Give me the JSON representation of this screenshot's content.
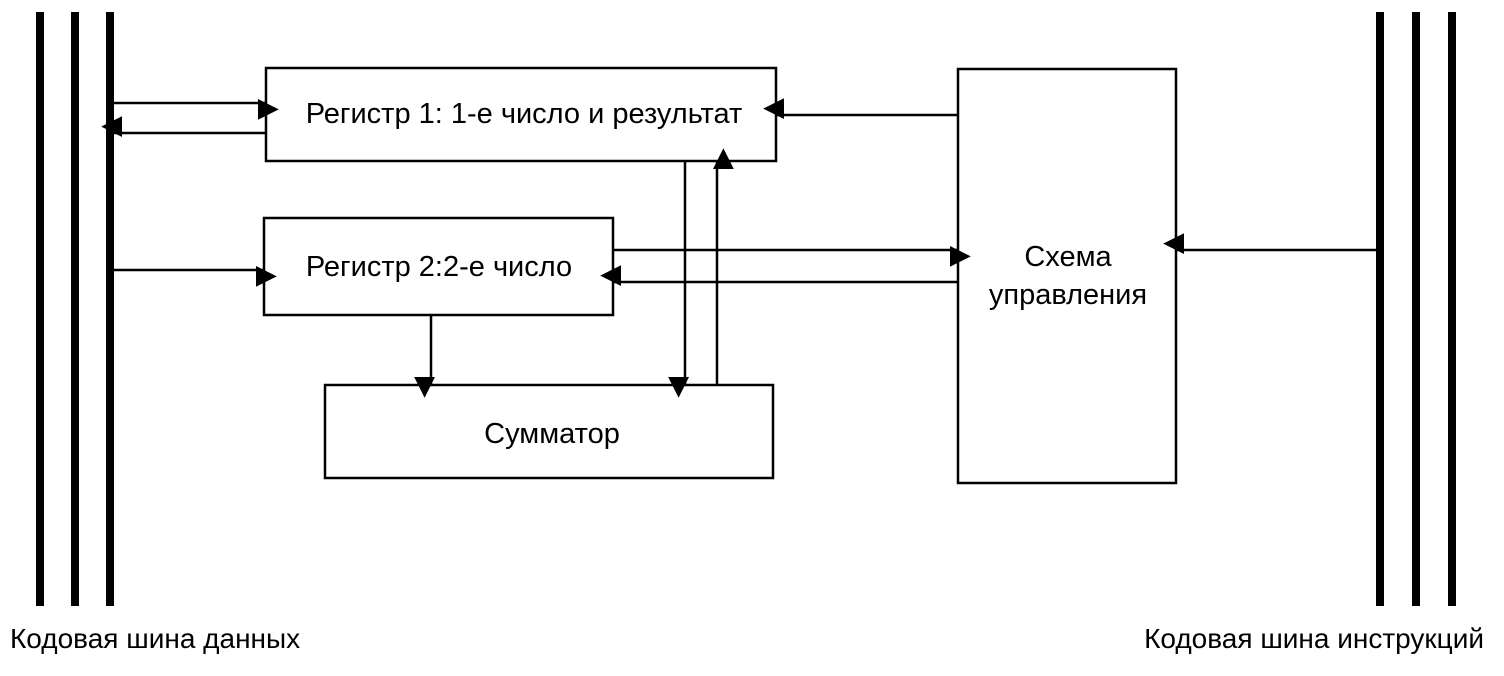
{
  "blocks": {
    "register1": "Регистр 1: 1-е число и результат",
    "register2": "Регистр 2:2-е число",
    "adder": "Сумматор",
    "control_line1": "Схема",
    "control_line2": "управления"
  },
  "buses": {
    "data": "Кодовая шина данных",
    "instructions": "Кодовая шина инструкций"
  }
}
